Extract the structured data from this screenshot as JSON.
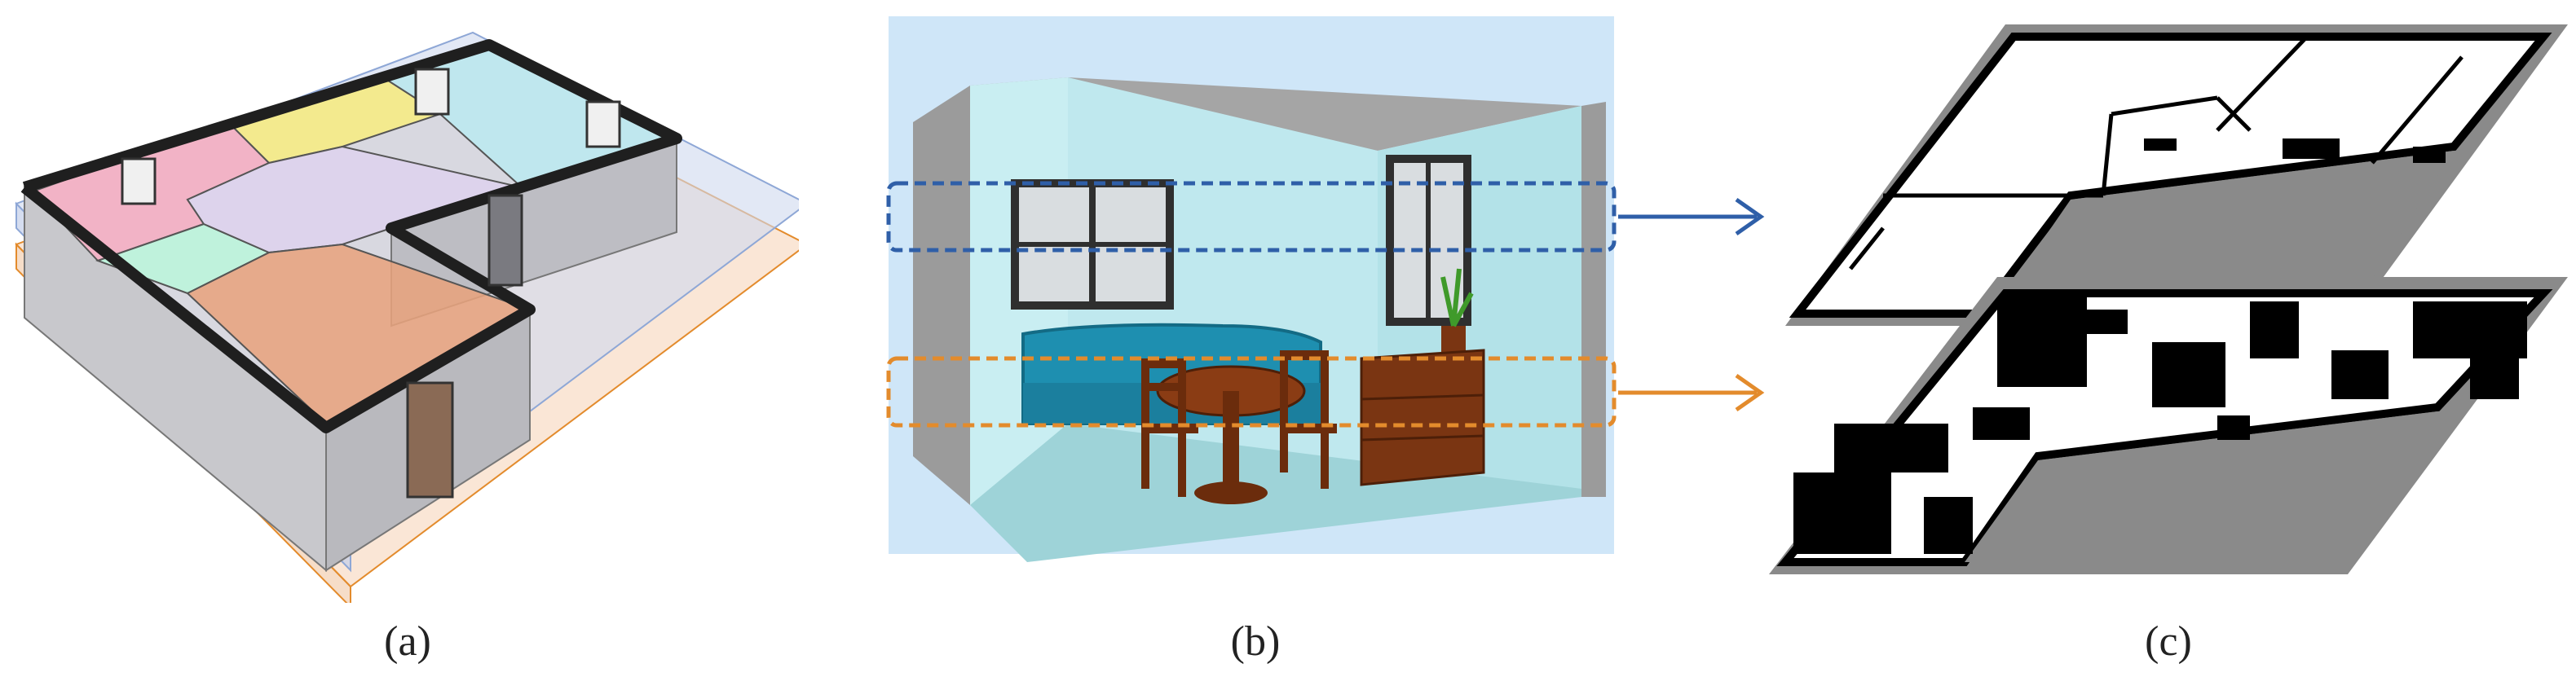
{
  "captions": {
    "a": "(a)",
    "b": "(b)",
    "c": "(c)"
  },
  "colors": {
    "upper_slice": "#4a7fc1",
    "lower_slice": "#e38b2c",
    "wall": "#1f1f1f",
    "occupancy_border": "#888888",
    "occupancy_free": "#ffffff",
    "occupancy_occupied": "#000000",
    "room_pink": "#f2b3c6",
    "room_yellow": "#f3ea8e",
    "room_cyan": "#bfe7ee",
    "room_green": "#bff2dc",
    "room_orange": "#e9a27b",
    "room_lavender": "#ddd3ec",
    "sofa": "#1e8fb0",
    "furniture_wood": "#7a3512",
    "scene_wall": "#bfe8ee",
    "scene_sky": "#cfe6f8",
    "scene_floor": "#9ed3d8"
  }
}
